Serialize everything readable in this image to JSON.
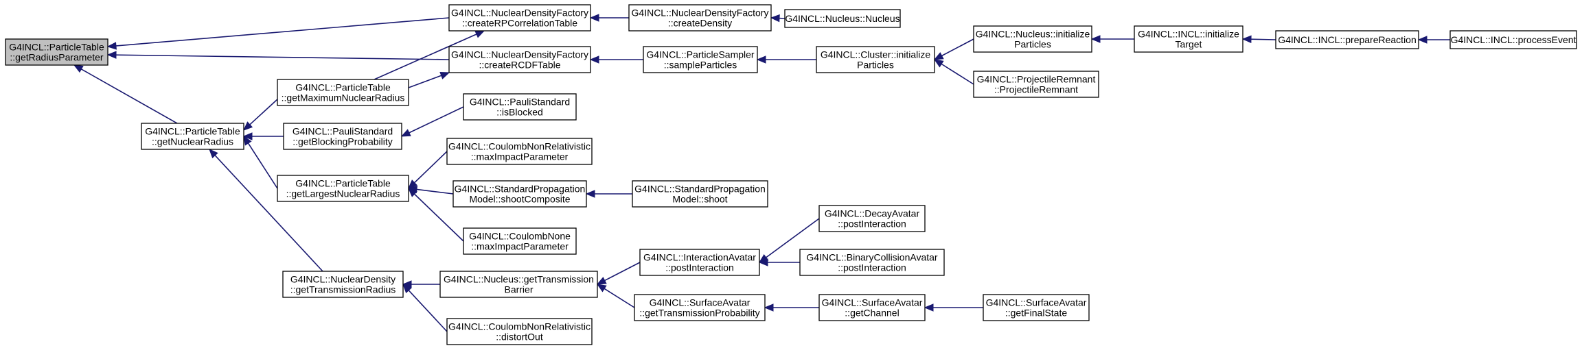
{
  "nodes": [
    {
      "id": "root",
      "lines": [
        "G4INCL::ParticleTable",
        "::getRadiusParameter"
      ]
    },
    {
      "id": "getNuclearRadius",
      "lines": [
        "G4INCL::ParticleTable",
        "::getNuclearRadius"
      ]
    },
    {
      "id": "getMaximumNuclearRadius",
      "lines": [
        "G4INCL::ParticleTable",
        "::getMaximumNuclearRadius"
      ]
    },
    {
      "id": "getBlockingProbability",
      "lines": [
        "G4INCL::PauliStandard",
        "::getBlockingProbability"
      ]
    },
    {
      "id": "getLargestNuclearRadius",
      "lines": [
        "G4INCL::ParticleTable",
        "::getLargestNuclearRadius"
      ]
    },
    {
      "id": "getTransmissionRadius",
      "lines": [
        "G4INCL::NuclearDensity",
        "::getTransmissionRadius"
      ]
    },
    {
      "id": "createRPCorrelationTable",
      "lines": [
        "G4INCL::NuclearDensityFactory",
        "::createRPCorrelationTable"
      ]
    },
    {
      "id": "createRCDFTable",
      "lines": [
        "G4INCL::NuclearDensityFactory",
        "::createRCDFTable"
      ]
    },
    {
      "id": "isBlocked",
      "lines": [
        "G4INCL::PauliStandard",
        "::isBlocked"
      ]
    },
    {
      "id": "cnrMaxImpact",
      "lines": [
        "G4INCL::CoulombNonRelativistic",
        "::maxImpactParameter"
      ]
    },
    {
      "id": "shootComposite",
      "lines": [
        "G4INCL::StandardPropagation",
        "Model::shootComposite"
      ]
    },
    {
      "id": "cnMaxImpact",
      "lines": [
        "G4INCL::CoulombNone",
        "::maxImpactParameter"
      ]
    },
    {
      "id": "getTransmissionBarrier",
      "lines": [
        "G4INCL::Nucleus::getTransmission",
        "Barrier"
      ]
    },
    {
      "id": "distortOut",
      "lines": [
        "G4INCL::CoulombNonRelativistic",
        "::distortOut"
      ]
    },
    {
      "id": "createDensity",
      "lines": [
        "G4INCL::NuclearDensityFactory",
        "::createDensity"
      ]
    },
    {
      "id": "sampleParticles",
      "lines": [
        "G4INCL::ParticleSampler",
        "::sampleParticles"
      ]
    },
    {
      "id": "shoot",
      "lines": [
        "G4INCL::StandardPropagation",
        "Model::shoot"
      ]
    },
    {
      "id": "iaPostInteraction",
      "lines": [
        "G4INCL::InteractionAvatar",
        "::postInteraction"
      ]
    },
    {
      "id": "getTransmissionProbability",
      "lines": [
        "G4INCL::SurfaceAvatar",
        "::getTransmissionProbability"
      ]
    },
    {
      "id": "nucleusCtor",
      "lines": [
        "G4INCL::Nucleus::Nucleus"
      ]
    },
    {
      "id": "clusterInit",
      "lines": [
        "G4INCL::Cluster::initialize",
        "Particles"
      ]
    },
    {
      "id": "daPostInteraction",
      "lines": [
        "G4INCL::DecayAvatar",
        "::postInteraction"
      ]
    },
    {
      "id": "bcaPostInteraction",
      "lines": [
        "G4INCL::BinaryCollisionAvatar",
        "::postInteraction"
      ]
    },
    {
      "id": "getChannel",
      "lines": [
        "G4INCL::SurfaceAvatar",
        "::getChannel"
      ]
    },
    {
      "id": "nucleusInit",
      "lines": [
        "G4INCL::Nucleus::initialize",
        "Particles"
      ]
    },
    {
      "id": "projectileRemnant",
      "lines": [
        "G4INCL::ProjectileRemnant",
        "::ProjectileRemnant"
      ]
    },
    {
      "id": "getFinalState",
      "lines": [
        "G4INCL::SurfaceAvatar",
        "::getFinalState"
      ]
    },
    {
      "id": "initTarget",
      "lines": [
        "G4INCL::INCL::initialize",
        "Target"
      ]
    },
    {
      "id": "prepareReaction",
      "lines": [
        "G4INCL::INCL::prepareReaction"
      ]
    },
    {
      "id": "processEvent",
      "lines": [
        "G4INCL::INCL::processEvent"
      ]
    }
  ],
  "edges": [
    {
      "from": "createRPCorrelationTable",
      "to": "root"
    },
    {
      "from": "createRCDFTable",
      "to": "root"
    },
    {
      "from": "getNuclearRadius",
      "to": "root"
    },
    {
      "from": "getMaximumNuclearRadius",
      "to": "createRPCorrelationTable"
    },
    {
      "from": "getMaximumNuclearRadius",
      "to": "createRCDFTable"
    },
    {
      "from": "getMaximumNuclearRadius",
      "to": "getNuclearRadius"
    },
    {
      "from": "getBlockingProbability",
      "to": "getNuclearRadius"
    },
    {
      "from": "getLargestNuclearRadius",
      "to": "getNuclearRadius"
    },
    {
      "from": "getTransmissionRadius",
      "to": "getNuclearRadius"
    },
    {
      "from": "isBlocked",
      "to": "getBlockingProbability"
    },
    {
      "from": "cnrMaxImpact",
      "to": "getLargestNuclearRadius"
    },
    {
      "from": "shootComposite",
      "to": "getLargestNuclearRadius"
    },
    {
      "from": "cnMaxImpact",
      "to": "getLargestNuclearRadius"
    },
    {
      "from": "getTransmissionBarrier",
      "to": "getTransmissionRadius"
    },
    {
      "from": "distortOut",
      "to": "getTransmissionRadius"
    },
    {
      "from": "createDensity",
      "to": "createRPCorrelationTable"
    },
    {
      "from": "sampleParticles",
      "to": "createRCDFTable"
    },
    {
      "from": "shoot",
      "to": "shootComposite"
    },
    {
      "from": "iaPostInteraction",
      "to": "getTransmissionBarrier"
    },
    {
      "from": "getTransmissionProbability",
      "to": "getTransmissionBarrier"
    },
    {
      "from": "nucleusCtor",
      "to": "createDensity"
    },
    {
      "from": "clusterInit",
      "to": "sampleParticles"
    },
    {
      "from": "daPostInteraction",
      "to": "iaPostInteraction"
    },
    {
      "from": "bcaPostInteraction",
      "to": "iaPostInteraction"
    },
    {
      "from": "getChannel",
      "to": "getTransmissionProbability"
    },
    {
      "from": "nucleusInit",
      "to": "clusterInit"
    },
    {
      "from": "projectileRemnant",
      "to": "clusterInit"
    },
    {
      "from": "getFinalState",
      "to": "getChannel"
    },
    {
      "from": "initTarget",
      "to": "nucleusInit"
    },
    {
      "from": "prepareReaction",
      "to": "initTarget"
    },
    {
      "from": "processEvent",
      "to": "prepareReaction"
    }
  ]
}
